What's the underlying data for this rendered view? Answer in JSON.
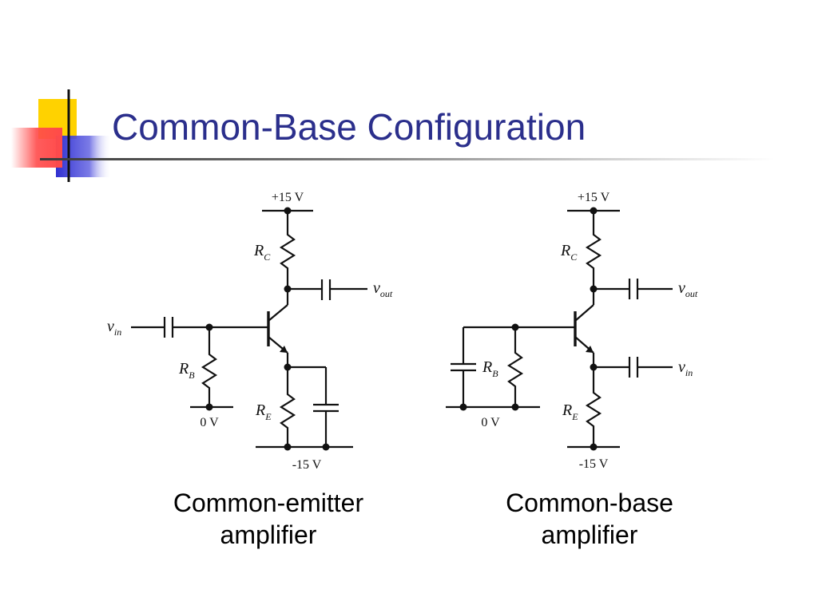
{
  "slide": {
    "title": "Common-Base Configuration"
  },
  "colors": {
    "title": "#2b2f8c",
    "deco_yellow": "#ffd200",
    "deco_red": "#ff4a4a",
    "deco_blue": "#2f2fd0"
  },
  "circuits": {
    "ce": {
      "supply_pos": "+15 V",
      "supply_neg": "-15 V",
      "ground": "0 V",
      "rc_main": "R",
      "rc_sub": "C",
      "re_main": "R",
      "re_sub": "E",
      "rb_main": "R",
      "rb_sub": "B",
      "vin_main": "v",
      "vin_sub": "in",
      "vout_main": "v",
      "vout_sub": "out",
      "caption_line1": "Common-emitter",
      "caption_line2": "amplifier"
    },
    "cb": {
      "supply_pos": "+15 V",
      "supply_neg": "-15 V",
      "ground": "0 V",
      "rc_main": "R",
      "rc_sub": "C",
      "re_main": "R",
      "re_sub": "E",
      "rb_main": "R",
      "rb_sub": "B",
      "vin_main": "v",
      "vin_sub": "in",
      "vout_main": "v",
      "vout_sub": "out",
      "caption_line1": "Common-base",
      "caption_line2": "amplifier"
    }
  }
}
